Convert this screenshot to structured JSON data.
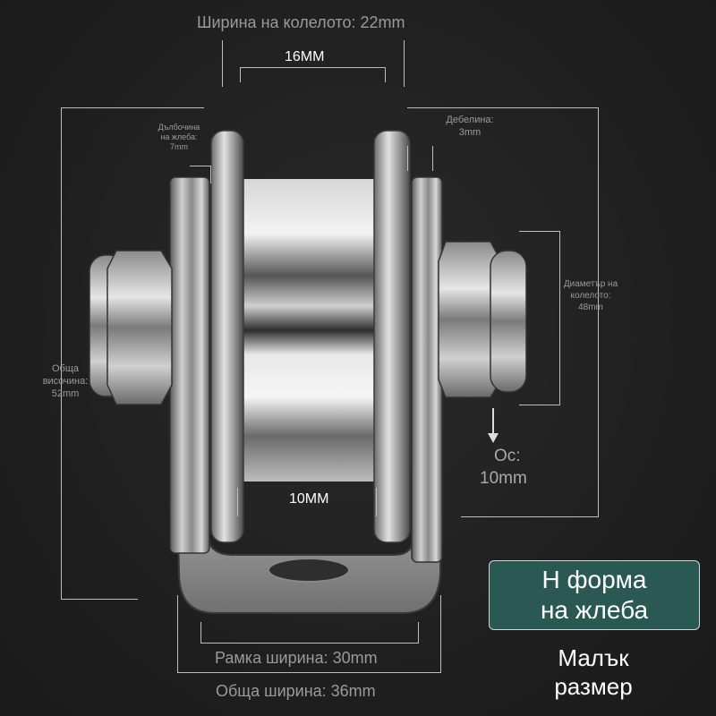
{
  "dimensions": {
    "wheel_width": "Ширина на колелото: 22mm",
    "groove_width": "16MM",
    "groove_depth_label": [
      "Дълбочина",
      "на жлеба:",
      "7mm"
    ],
    "thickness_label": [
      "Дебелина:",
      "3mm"
    ],
    "wheel_diameter_label": [
      "Диаметър на",
      "колелото:",
      "48mm"
    ],
    "total_height_label": [
      "Обща",
      "височина:",
      "52mm"
    ],
    "axle_label": [
      "Ос:",
      "10mm"
    ],
    "inner_width": "10MM",
    "frame_width": "Рамка ширина: 30mm",
    "total_width": "Обща ширина: 36mm"
  },
  "badge": {
    "lines": [
      "Н форма",
      "на жлеба"
    ]
  },
  "footer": {
    "lines": [
      "Малък",
      "размер"
    ]
  },
  "colors": {
    "background": "#222222",
    "badge_bg": "#2a5852",
    "dim_text": "#9a9a9a",
    "dim_line": "#bdbdbd"
  },
  "icons": {
    "axle_arrow": "arrow-down-icon"
  }
}
